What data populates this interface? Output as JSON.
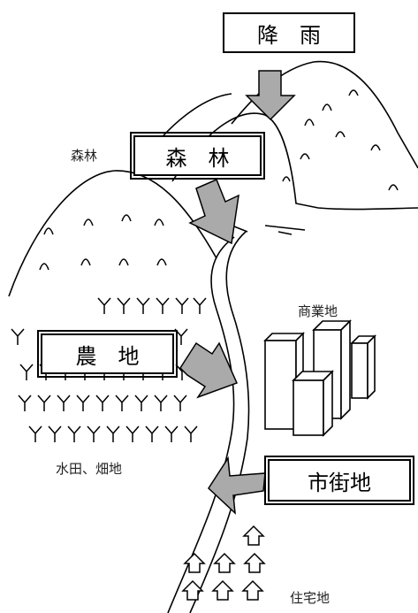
{
  "boxes": {
    "rain": "降　雨",
    "forest": "森　林",
    "farmland": "農　地",
    "city": "市街地"
  },
  "labels": {
    "forest": "森林",
    "commercial": "商業地",
    "paddy": "水田、畑地",
    "residential": "住宅地"
  }
}
